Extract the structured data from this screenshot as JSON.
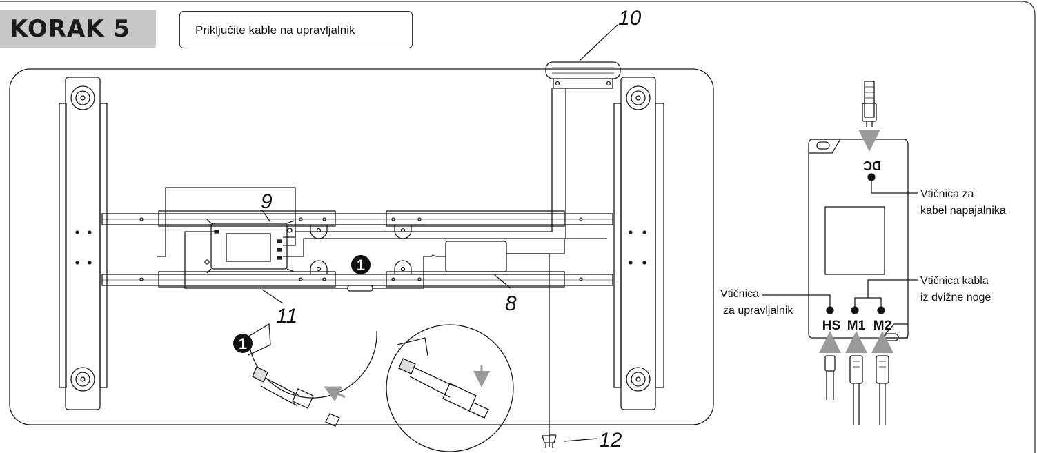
{
  "step": {
    "label": "KORAK 5"
  },
  "instruction": {
    "text": "Priključite kable na upravljalnik"
  },
  "callouts": {
    "power_supply": "8",
    "control_box": "9",
    "handset": "10",
    "extension_cable": "11",
    "power_plug": "12",
    "detail_marker": "1"
  },
  "control_box_detail": {
    "ports": {
      "dc": "DC",
      "hs": "HS",
      "m1": "M1",
      "m2": "M2"
    },
    "labels": {
      "dc_socket_line1": "Vtičnica za",
      "dc_socket_line2": "kabel napajalnika",
      "hs_socket_line1": "Vtičnica",
      "hs_socket_line2": "za upravljalnik",
      "motor_socket_line1": "Vtičnica kabla",
      "motor_socket_line2": "iz dvižne noge"
    }
  },
  "colors": {
    "line": "#1a1a1a",
    "badge": "#c8c8c8",
    "arrow": "#9a9a9a"
  }
}
